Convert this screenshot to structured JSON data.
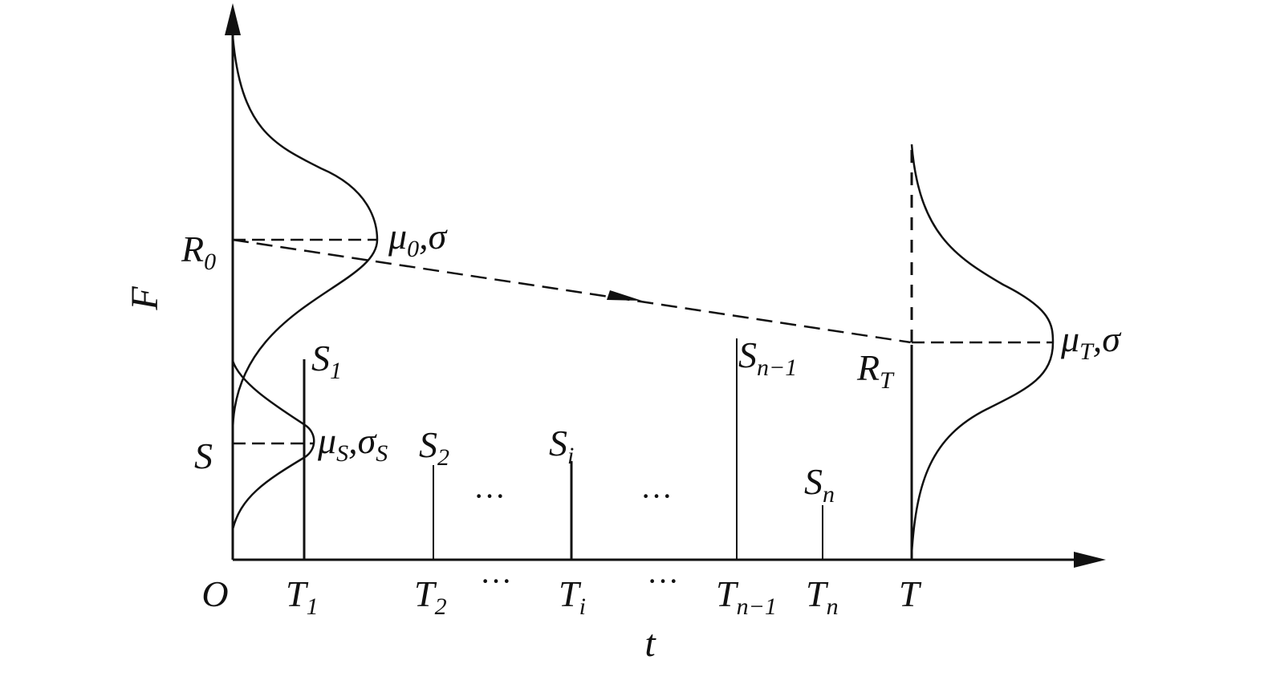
{
  "diagram": {
    "axes": {
      "vertical": "F",
      "horizontal": "t",
      "origin": "O"
    },
    "left_labels": {
      "R0": {
        "main": "R",
        "sub": "0"
      },
      "S": {
        "main": "S"
      }
    },
    "distributions": {
      "initial": {
        "mu": "μ",
        "mu_sub": "0",
        "rest": ",σ"
      },
      "stress": {
        "mu": "μ",
        "mu_sub": "S",
        "sep": ",σ",
        "sigma_sub": "S"
      },
      "final": {
        "mu": "μ",
        "mu_sub": "T",
        "rest": ",σ"
      }
    },
    "right_labels": {
      "RT": {
        "main": "R",
        "sub": "T"
      }
    },
    "loads": [
      {
        "main": "S",
        "sub": "1"
      },
      {
        "main": "S",
        "sub": "2"
      },
      {
        "main": "S",
        "sub": "i"
      },
      {
        "main": "S",
        "sub": "n−1"
      },
      {
        "main": "S",
        "sub": "n"
      }
    ],
    "ellipsis": "···",
    "ticks": [
      {
        "main": "T",
        "sub": "1"
      },
      {
        "main": "T",
        "sub": "2"
      },
      {
        "main": "T",
        "sub": "i"
      },
      {
        "main": "T",
        "sub": "n−1"
      },
      {
        "main": "T",
        "sub": "n"
      },
      {
        "main": "T",
        "sub": ""
      }
    ],
    "colors": {
      "ink": "#111111",
      "background": "#ffffff"
    }
  }
}
